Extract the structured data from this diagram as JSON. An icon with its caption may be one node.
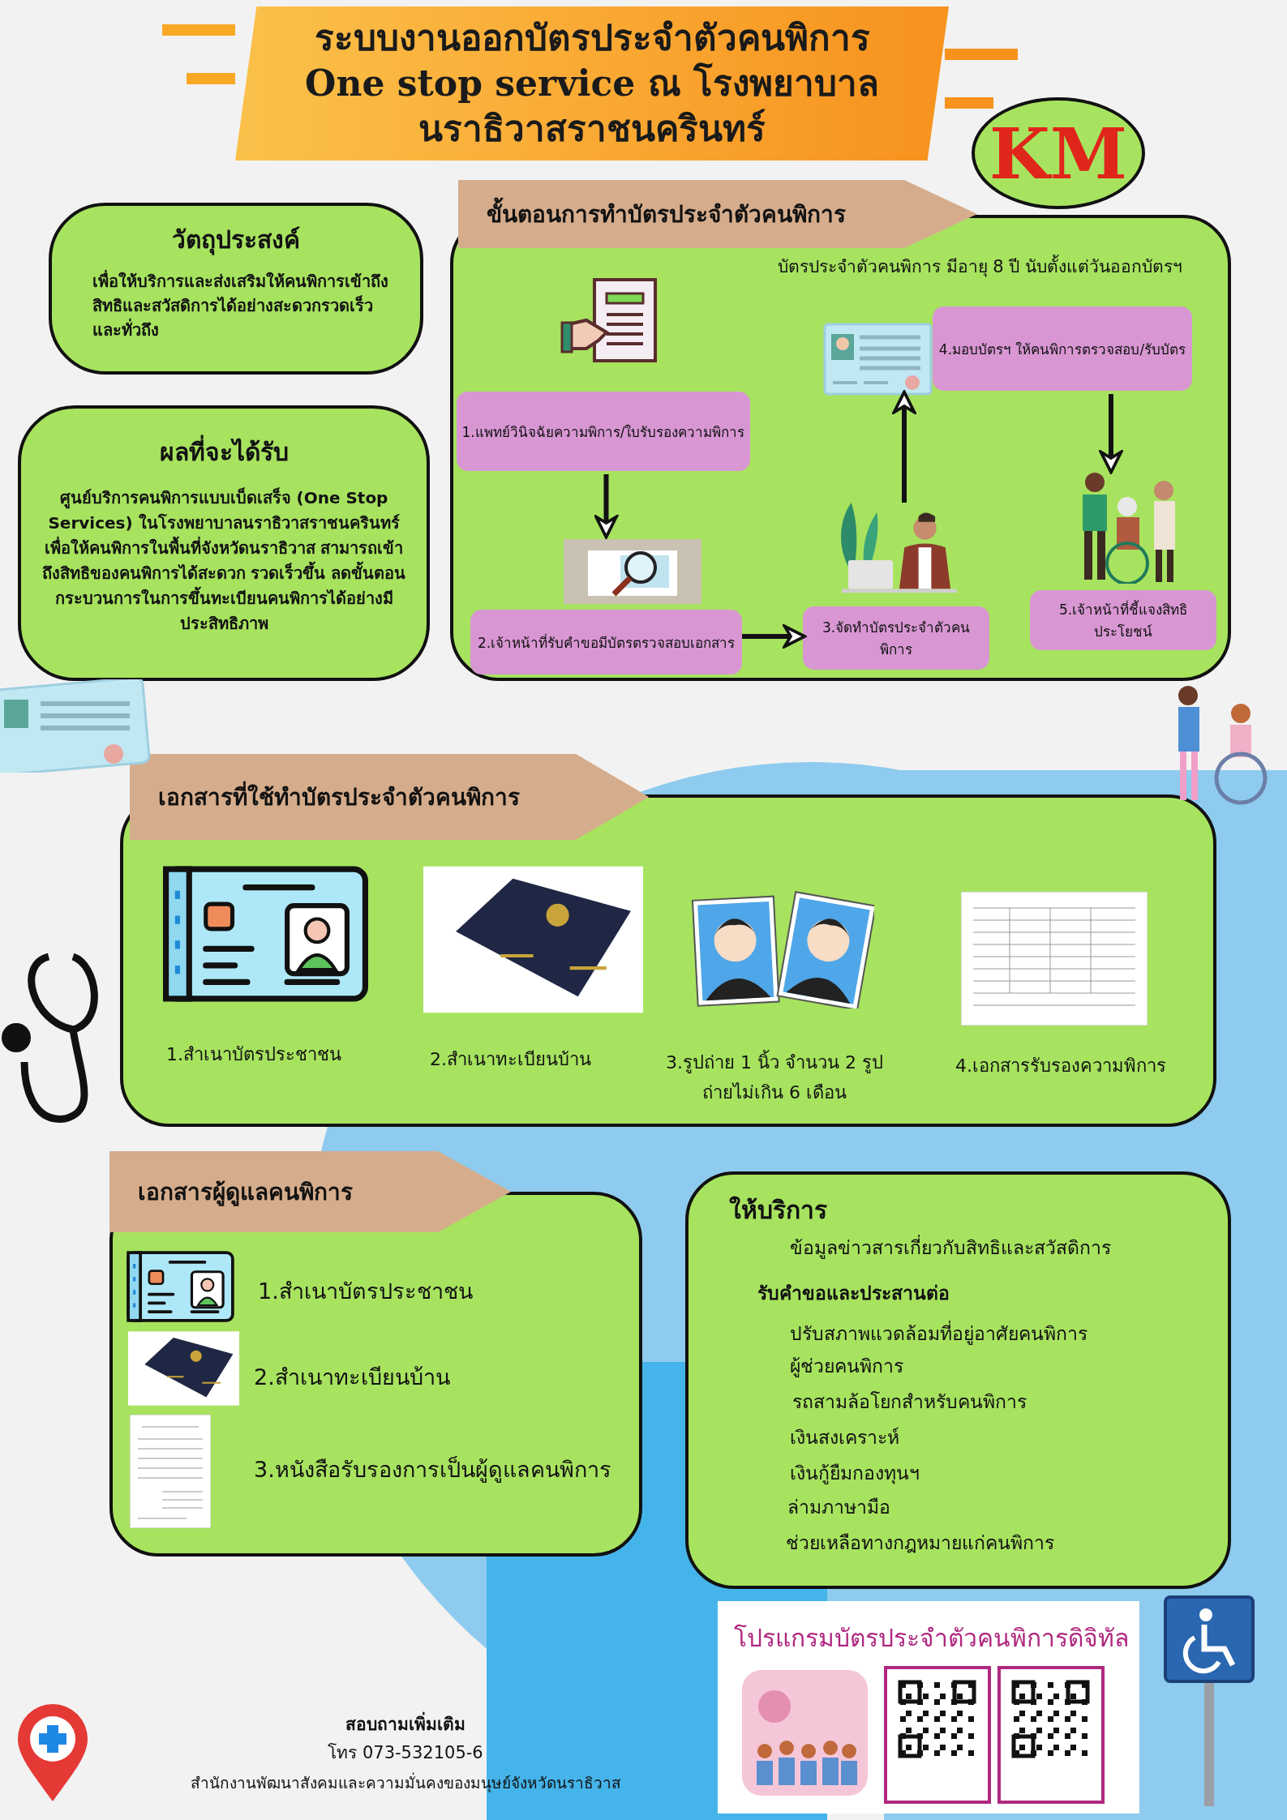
{
  "diagram": {
    "title": "ระบบงานออกบัตรประจำตัวคนพิการ One stop service ณ โรงพยาบาลนราธิวาสราชนครินทร์",
    "nodes": [
      {
        "text": [
          "KM"
        ]
      },
      {
        "text": [
          "วัตถุประสงค์",
          "เพื่อให้บริการและส่งเสริมให้คนพิการเข้าถึงสิทธิและสวัสดิการได้อย่างสะดวกรวดเร็วและทั่วถึง"
        ]
      },
      {
        "text": [
          "ผลที่จะได้รับ",
          "ศูนย์บริการคนพิการแบบเบ็ดเสร็จ (One Stop Services) ในโรงพยาบาลนราธิวาสราชนครินทร์ เพื่อให้คนพิการในพื้นที่จังหวัดนราธิวาส สามารถเข้าถึงสิทธิของคนพิการได้สะดวก รวดเร็วขึ้น ลดขั้นตอนกระบวนการในการขึ้นทะเบียนคนพิการได้อย่างมีประสิทธิภาพ"
        ]
      },
      {
        "text": [
          "ขั้นตอนการทำบัตรประจำตัวคนพิการ",
          "บัตรประจำตัวคนพิการ มีอายุ 8 ปี นับตั้งแต่วันออกบัตรฯ"
        ]
      },
      {
        "text": [
          "1.แพทย์วินิจฉัยความพิการ/ใบรับรองความพิการ"
        ],
        "in": 3
      },
      {
        "text": [
          "2.เจ้าหน้าที่รับคำขอมีบัตรตรวจสอบเอกสาร"
        ],
        "in": 3
      },
      {
        "text": [
          "3.จัดทำบัตรประจำตัวคนพิการ"
        ],
        "in": 3
      },
      {
        "text": [
          "4.มอบบัตรฯ ให้คนพิการตรวจสอบ/รับบัตร"
        ],
        "in": 3
      },
      {
        "text": [
          "5.เจ้าหน้าที่ชี้แจงสิทธิประโยชน์"
        ],
        "in": 3
      },
      {
        "text": [
          "เอกสารที่ใช้ทำบัตรประจำตัวคนพิการ"
        ]
      },
      {
        "text": [
          "เอกสารผู้ดูแลคนพิการ"
        ]
      },
      {
        "text": [
          "ให้บริการ",
          "ข้อมูลข่าวสารเกี่ยวกับสิทธิและสวัสดิการ",
          "รับคำขอและประสานต่อ",
          "ปรับสภาพแวดล้อมที่อยู่อาศัยคนพิการ",
          "ผู้ช่วยคนพิการ",
          "รถสามล้อโยกสำหรับคนพิการ",
          "เงินสงเคราะห์",
          "เงินกู้ยืมกองทุนฯ",
          "ล่ามภาษามือ",
          "ช่วยเหลือทางกฎหมายแก่คนพิการ"
        ]
      },
      {
        "text": [
          "โปรแกรมบัตรประจำตัวคนพิการดิจิทัล"
        ]
      }
    ],
    "edges": [
      {
        "from": 4,
        "to": 5,
        "arrow": "to"
      },
      {
        "from": 5,
        "to": 6,
        "arrow": "to"
      },
      {
        "from": 6,
        "to": 7,
        "arrow": "to"
      },
      {
        "from": 7,
        "to": 8,
        "arrow": "to"
      }
    ],
    "labels": [
      "1.สำเนาบัตรประชาชน",
      "2.สำเนาทะเบียนบ้าน",
      "3.รูปถ่าย 1 นิ้ว จำนวน 2 รูป ถ่ายไม่เกิน 6 เดือน",
      "4.เอกสารรับรองความพิการ",
      "1.สำเนาบัตรประชาชน",
      "2.สำเนาทะเบียนบ้าน",
      "3.หนังสือรับรองการเป็นผู้ดูแลคนพิการ",
      "สอบถามเพิ่มเติม",
      "โทร 073-532105-6",
      "สำนักงานพัฒนาสังคมและความมั่นคงของมนุษย์จังหวัดนราธิวาส"
    ]
  }
}
